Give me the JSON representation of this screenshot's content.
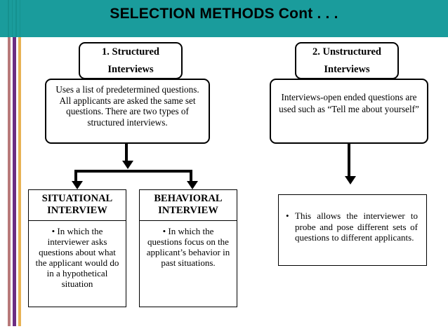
{
  "slide": {
    "title": "SELECTION METHODS Cont . . .",
    "header_color": "#1a9c9c",
    "background_color": "#ffffff"
  },
  "decoration": {
    "stripes": [
      {
        "name": "rose-stripe",
        "color": "#b87a7a"
      },
      {
        "name": "purple-stripe",
        "color": "#6d2d82"
      },
      {
        "name": "gold-stripe",
        "color": "#e8b254"
      }
    ]
  },
  "diagram": {
    "left_column": {
      "title_line1": "1. Structured",
      "title_line2": "Interviews",
      "description": "Uses a list of predetermined questions. All applicants are asked the same set questions. There are two types of structured interviews.",
      "children": [
        {
          "head_line1": "SITUATIONAL",
          "head_line2": "INTERVIEW",
          "body": "• In which the interviewer asks questions about what the applicant would do in a hypothetical situation"
        },
        {
          "head_line1": "BEHAVIORAL",
          "head_line2": "INTERVIEW",
          "body": "• In which the questions focus on the applicant’s behavior in past situations."
        }
      ]
    },
    "right_column": {
      "title_line1": "2. Unstructured",
      "title_line2": "Interviews",
      "description": "Interviews-open ended questions are used such as “Tell me about yourself”",
      "child": {
        "body": "This allows the interviewer to probe and pose different sets of questions to different applicants."
      }
    }
  }
}
